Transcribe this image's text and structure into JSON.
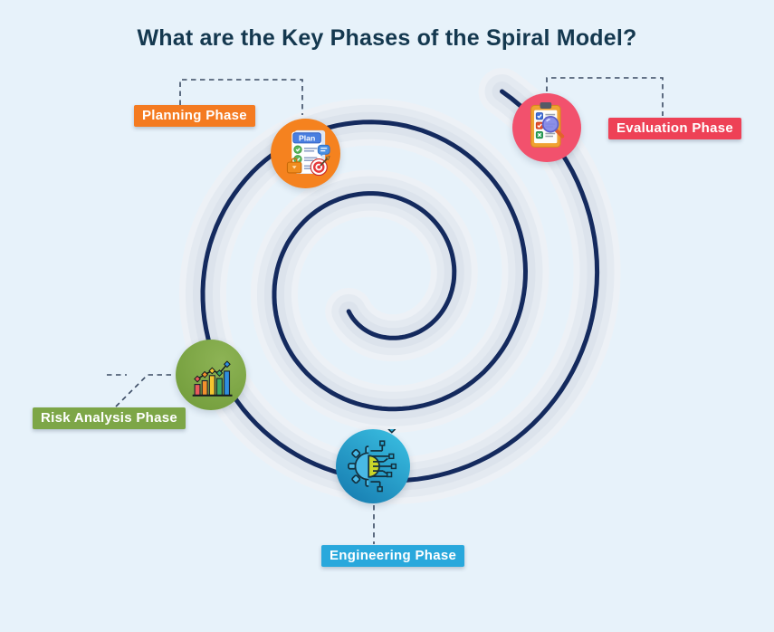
{
  "title": "What are the Key Phases of the Spiral Model?",
  "colors": {
    "background": "#e7f2fa",
    "title_text": "#14384f",
    "spiral_line": "#142a5e",
    "spiral_band": "#dce3ec",
    "connector": "#3a4a63"
  },
  "phases": [
    {
      "name": "planning",
      "label": "Planning Phase",
      "label_color": "#f47b21",
      "icon": "plan-clipboard-target-icon",
      "icon_bg": "#f5821f",
      "icon_text": "Plan"
    },
    {
      "name": "evaluation",
      "label": "Evaluation Phase",
      "label_color": "#ee4156",
      "icon": "clipboard-magnifier-icon",
      "icon_bg": "#f2516d"
    },
    {
      "name": "risk",
      "label": "Risk Analysis Phase",
      "label_color": "#7da647",
      "icon": "growth-bar-chart-icon",
      "icon_bg": "#7da644"
    },
    {
      "name": "engineering",
      "label": "Engineering Phase",
      "label_color": "#29a8dc",
      "icon": "gear-circuit-icon",
      "icon_bg": "#1f9ccb"
    }
  ]
}
